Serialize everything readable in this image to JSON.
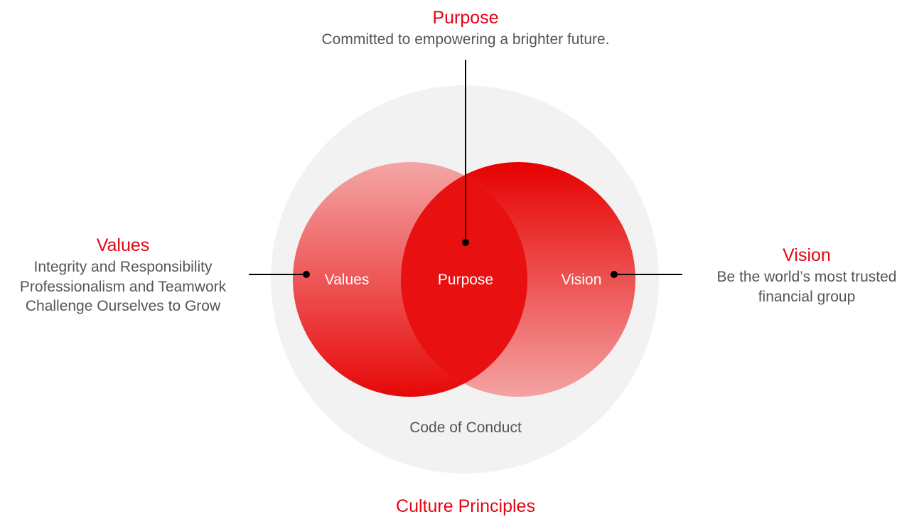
{
  "colors": {
    "accent": "#e30613",
    "text_gray": "#555555",
    "outer_circle": "#f2f2f2",
    "connector": "#000000"
  },
  "purpose": {
    "title": "Purpose",
    "description": "Committed to empowering a brighter future."
  },
  "values": {
    "title": "Values",
    "lines": [
      "Integrity and Responsibility",
      "Professionalism and Teamwork",
      "Challenge Ourselves to Grow"
    ]
  },
  "vision": {
    "title": "Vision",
    "lines": [
      "Be the world’s most trusted",
      "financial group"
    ]
  },
  "diagram": {
    "values_label": "Values",
    "purpose_label": "Purpose",
    "vision_label": "Vision",
    "base_label": "Code of Conduct"
  },
  "footer": {
    "title": "Culture Principles"
  }
}
